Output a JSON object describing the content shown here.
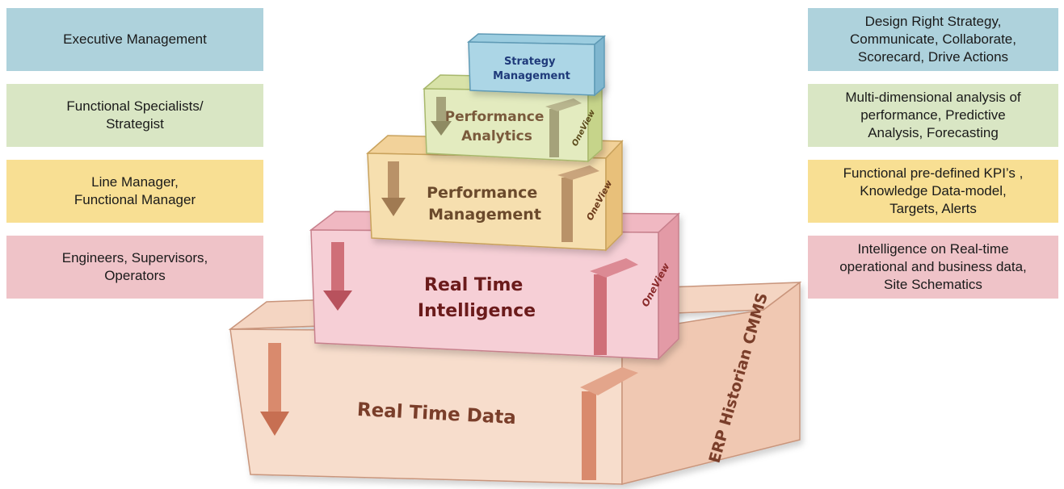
{
  "colors": {
    "blue": "#aed2dc",
    "green": "#d9e6c4",
    "yellow": "#f8df93",
    "pink": "#efc3c8",
    "text_blue": "#1f3a7a",
    "text_brown": "#7a4b2c",
    "text_red": "#6b1b1b"
  },
  "left_boxes": [
    {
      "text": "Executive Management",
      "color": "blue"
    },
    {
      "text": "Functional Specialists/\nStrategist",
      "color": "green"
    },
    {
      "text": "Line Manager,\nFunctional Manager",
      "color": "yellow"
    },
    {
      "text": "Engineers, Supervisors,\nOperators",
      "color": "pink"
    }
  ],
  "right_boxes": [
    {
      "text": "Design Right Strategy,\nCommunicate, Collaborate,\nScorecard, Drive Actions",
      "color": "blue"
    },
    {
      "text": "Multi-dimensional analysis of\nperformance, Predictive\nAnalysis, Forecasting",
      "color": "green"
    },
    {
      "text": "Functional pre-defined KPI’s ,\nKnowledge Data-model,\nTargets, Alerts",
      "color": "yellow"
    },
    {
      "text": "Intelligence on Real-time\noperational and business data,\nSite Schematics",
      "color": "pink"
    }
  ],
  "pyramid": {
    "levels": [
      {
        "line1": "Strategy",
        "line2": "Management"
      },
      {
        "line1": "Performance",
        "line2": "Analytics"
      },
      {
        "line1": "Performance",
        "line2": "Management"
      },
      {
        "line1": "Real Time",
        "line2": "Intelligence"
      },
      {
        "line1": "Real Time Data",
        "line2": ""
      }
    ],
    "side_label": "ERP Historian CMMS",
    "brand_label": "OneView"
  }
}
